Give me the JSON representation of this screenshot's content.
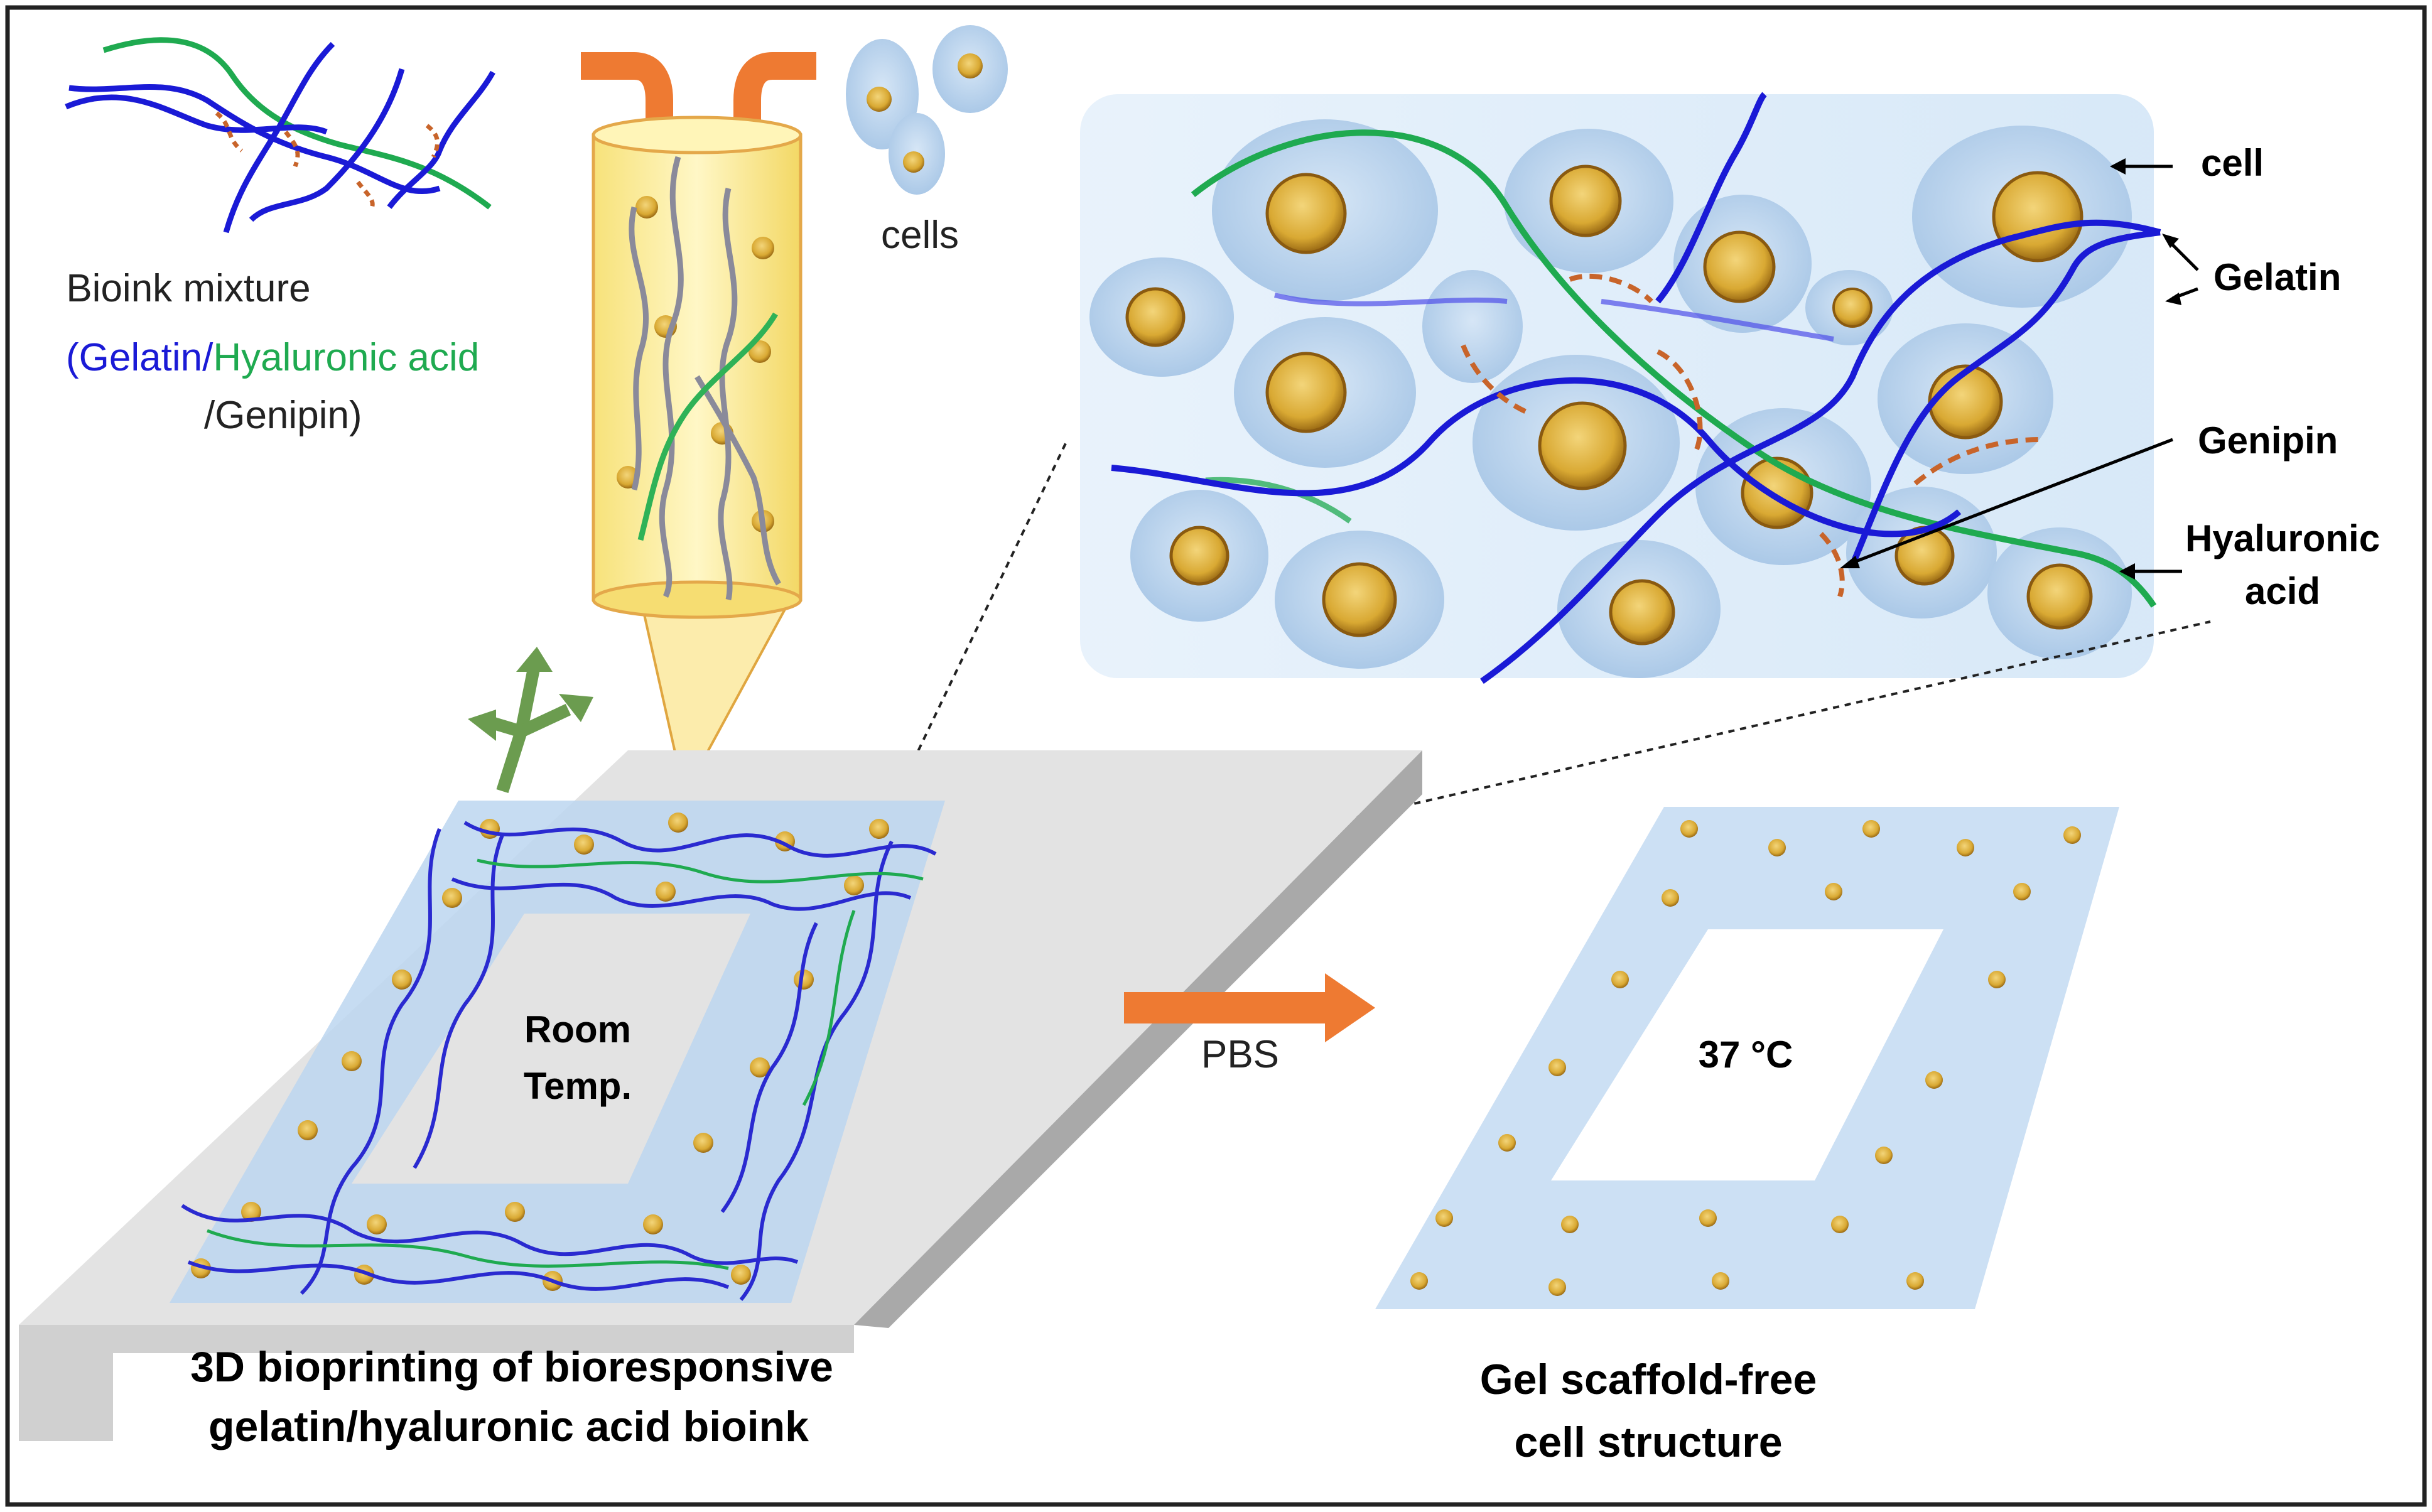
{
  "legend": {
    "title": "Bioink mixture",
    "open_paren": "(",
    "gelatin": "Gelatin",
    "slash1": "/",
    "hyaluronic": "Hyaluronic acid",
    "genipin_line": "/Genipin)"
  },
  "cells_label": "cells",
  "zoom_labels": {
    "cell": "cell",
    "gelatin": "Gelatin",
    "genipin": "Genipin",
    "hyaluronic_line1": "Hyaluronic",
    "hyaluronic_line2": "acid"
  },
  "room_temp": {
    "line1": "Room",
    "line2": "Temp."
  },
  "pbs_label": "PBS",
  "temp37": "37 °C",
  "caption_left": {
    "line1": "3D bioprinting of bioresponsive",
    "line2": "gelatin/hyaluronic acid bioink"
  },
  "caption_right": {
    "line1": "Gel scaffold-free",
    "line2": "cell structure"
  },
  "colors": {
    "gelatin": "#1a1ad6",
    "hyaluronic": "#1faa50",
    "genipin": "#c8642a",
    "arrow": "#ee7a32",
    "cell_body": "#b9d3ee",
    "nucleus": "#d9a933",
    "syringe": "#fbf0a0",
    "plate": "#e3e3e3",
    "axes": "#6b9c4f"
  }
}
